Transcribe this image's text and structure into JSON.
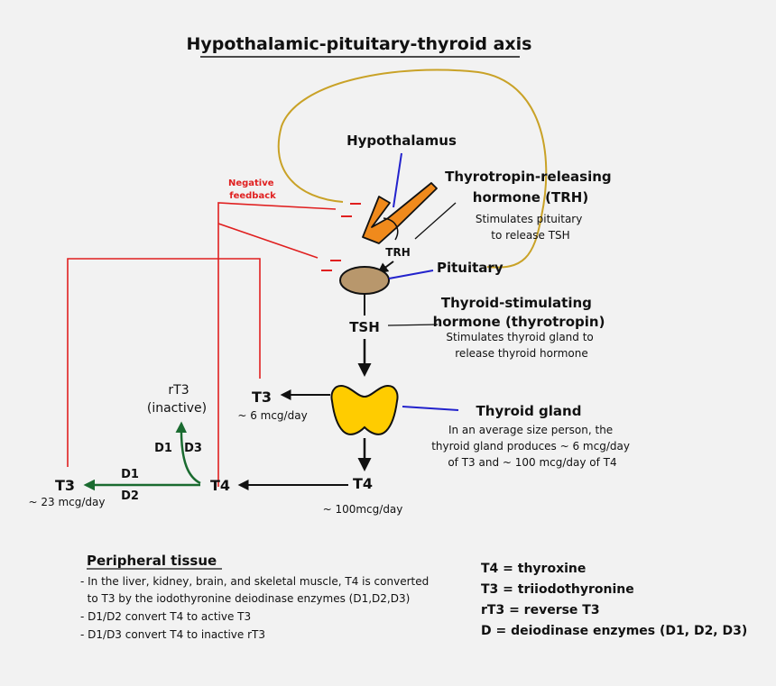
{
  "title": "Hypothalamic-pituitary-thyroid axis",
  "hypothalamus": {
    "label": "Hypothalamus"
  },
  "trh": {
    "title_line1": "Thyrotropin-releasing",
    "title_line2": "hormone (TRH)",
    "desc_line1": "Stimulates pituitary",
    "desc_line2": "to release TSH",
    "arrow_label": "TRH"
  },
  "pituitary": {
    "label": "Pituitary"
  },
  "tsh": {
    "title_line1": "Thyroid-stimulating",
    "title_line2": "hormone (thyrotropin)",
    "desc_line1": "Stimulates thyroid gland to",
    "desc_line2": "release thyroid hormone",
    "arrow_label": "TSH"
  },
  "thyroid": {
    "label": "Thyroid gland",
    "desc_line1": "In an average size person, the",
    "desc_line2": "thyroid gland produces ~ 6 mcg/day",
    "desc_line3": "of T3 and ~ 100 mcg/day of T4"
  },
  "negative_feedback": {
    "line1": "Negative",
    "line2": "feedback"
  },
  "outputs": {
    "t3_thyroid": "T3",
    "t3_thyroid_amount": "~ 6 mcg/day",
    "t4_thyroid": "T4",
    "t4_thyroid_amount": "~ 100mcg/day",
    "t4_peripheral": "T4",
    "t3_peripheral": "T3",
    "t3_peripheral_amount": "~ 23 mcg/day",
    "rt3_label": "rT3",
    "rt3_note": "(inactive)",
    "d1_d3_left": "D1",
    "d1_d3_right": "D3",
    "d1_label": "D1",
    "d2_label": "D2"
  },
  "peripheral": {
    "heading": "Peripheral tissue",
    "bullets": [
      "- In the liver, kidney, brain, and skeletal muscle, T4 is converted",
      "  to T3 by the iodothyronine deiodinase enzymes (D1,D2,D3)",
      "- D1/D2 convert T4 to active T3",
      "- D1/D3 convert T4 to inactive rT3"
    ]
  },
  "legend": [
    "T4 = thyroxine",
    "T3 = triiodothyronine",
    "rT3 = reverse T3",
    "D = deiodinase enzymes (D1, D2, D3)"
  ],
  "colors": {
    "feedback": "#e02020",
    "pointer": "#2222cc",
    "conversion": "#1a6b30",
    "loop": "#c9a227",
    "hypothalamus": "#f08a1c",
    "pituitary": "#b8976c",
    "thyroid": "#ffcc00"
  }
}
